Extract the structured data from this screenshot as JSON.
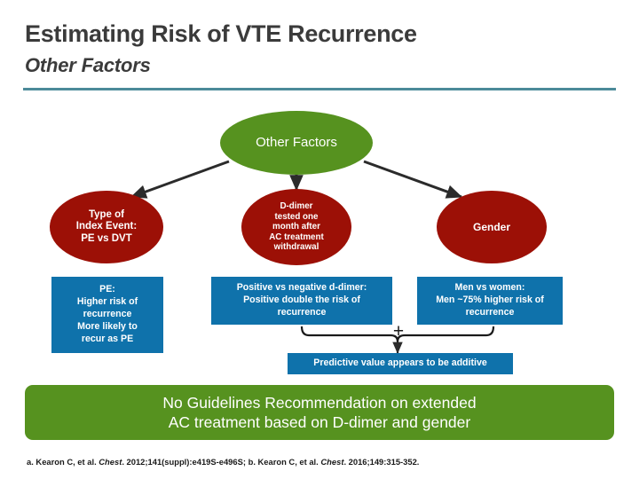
{
  "slide": {
    "title_main": "Estimating Risk of VTE Recurrence",
    "title_sub": "Other Factors"
  },
  "diagram": {
    "root": {
      "label": "Other Factors",
      "shape": "ellipse",
      "color": "#56921f"
    },
    "factors": [
      {
        "id": "index-event",
        "label": "Type of\nIndex Event:\nPE vs DVT",
        "shape": "ellipse",
        "color": "#9c1006"
      },
      {
        "id": "ddimer",
        "label": "D-dimer\ntested one\nmonth after\nAC treatment\nwithdrawal",
        "shape": "ellipse",
        "color": "#9c1006"
      },
      {
        "id": "gender",
        "label": "Gender",
        "shape": "ellipse",
        "color": "#9c1006"
      }
    ],
    "outcomes": [
      {
        "id": "pe",
        "label": "PE:\nHigher risk of\nrecurrence\nMore likely to\nrecur as PE",
        "shape": "rect",
        "color": "#0f72ab"
      },
      {
        "id": "ddimer-result",
        "label": "Positive vs negative d-dimer:\nPositive double the risk of\nrecurrence",
        "shape": "rect",
        "color": "#0f72ab"
      },
      {
        "id": "gender-result",
        "label": "Men vs women:\nMen ~75% higher risk of\nrecurrence",
        "shape": "rect",
        "color": "#0f72ab"
      }
    ],
    "combiner": {
      "operator": "+",
      "label": "Predictive value appears to be additive",
      "color": "#0f72ab"
    }
  },
  "banner": {
    "label": "No Guidelines Recommendation on extended\nAC treatment based on D-dimer and gender",
    "color": "#56921f"
  },
  "footnote": {
    "part_a_pre": "a. Kearon C, et al. ",
    "part_a_journal": "Chest",
    "part_a_post": ". 2012;141(suppl):e419S-e496S; b. Kearon C, et al. ",
    "part_b_journal": "Chest",
    "part_b_post": ". 2016;149:315-352."
  },
  "colors": {
    "green": "#56921f",
    "red": "#9c1006",
    "blue": "#0f72ab",
    "teal_rule": "#4c8a99",
    "title_text": "#3b3b3b",
    "connector": "#2b2b2b"
  }
}
